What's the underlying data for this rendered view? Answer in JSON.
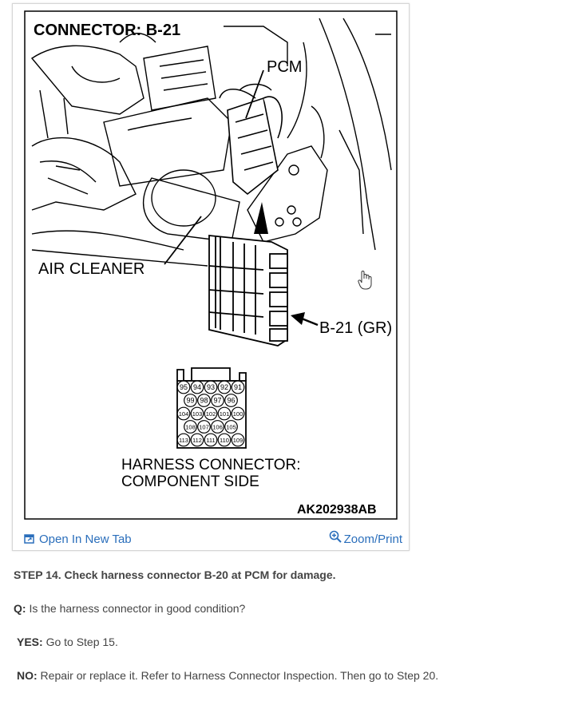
{
  "figure": {
    "connector_title": "CONNECTOR: B-21",
    "label_pcm": "PCM",
    "label_air_cleaner": "AIR CLEANER",
    "label_connector_id": "B-21 (GR)",
    "harness_caption_line1": "HARNESS CONNECTOR:",
    "harness_caption_line2": "COMPONENT SIDE",
    "figure_code": "AK202938AB",
    "pins": {
      "row1": [
        "95",
        "94",
        "93",
        "92",
        "91"
      ],
      "row2": [
        "99",
        "98",
        "97",
        "96"
      ],
      "row3": [
        "104",
        "103",
        "102",
        "101",
        "100"
      ],
      "row4": [
        "108",
        "107",
        "106",
        "105"
      ],
      "row5": [
        "113",
        "112",
        "111",
        "110",
        "109"
      ]
    }
  },
  "actions": {
    "open_new_tab": "Open In New Tab",
    "zoom_print": "Zoom/Print"
  },
  "step": {
    "heading": "STEP 14. Check harness connector B-20 at PCM for damage.",
    "question_label": "Q:",
    "question_text": " Is the harness connector in good condition?",
    "yes_label": "YES:",
    "yes_text": " Go to Step 15.",
    "no_label": "NO:",
    "no_text": " Repair or replace it. Refer to Harness Connector Inspection. Then go to Step 20."
  },
  "colors": {
    "link": "#2a6ebb",
    "text": "#444444",
    "line_art": "#000000"
  }
}
